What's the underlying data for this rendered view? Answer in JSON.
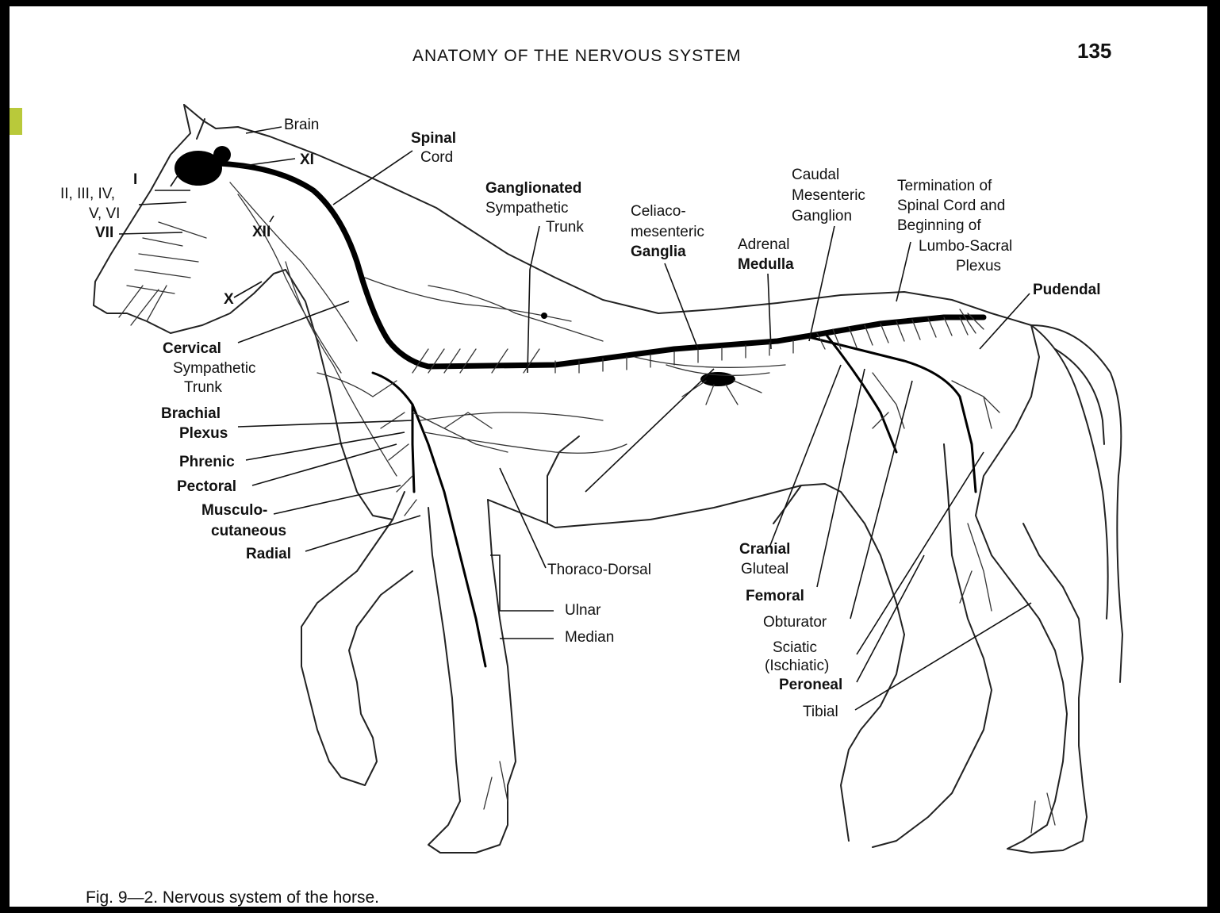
{
  "page": {
    "header": "ANATOMY OF THE NERVOUS SYSTEM",
    "page_number": "135",
    "caption": "Fig. 9—2.   Nervous system of the horse."
  },
  "labels": {
    "brain": "Brain",
    "spinal_cord_1": "Spinal",
    "spinal_cord_2": "Cord",
    "nerve_xi": "XI",
    "nerve_i": "I",
    "nerve_ii_iv": "II, III, IV,",
    "nerve_v_vi": "V, VI",
    "nerve_vii": "VII",
    "nerve_xii": "XII",
    "nerve_x": "X",
    "ganglionated_1": "Ganglionated",
    "ganglionated_2": "Sympathetic",
    "ganglionated_3": "Trunk",
    "celiaco_1": "Celiaco-",
    "celiaco_2": "mesenteric",
    "celiaco_3": "Ganglia",
    "adrenal_1": "Adrenal",
    "adrenal_2": "Medulla",
    "caudal_1": "Caudal",
    "caudal_2": "Mesenteric",
    "caudal_3": "Ganglion",
    "termination_1": "Termination of",
    "termination_2": "Spinal Cord and",
    "termination_3": "Beginning of",
    "termination_4": "Lumbo-Sacral",
    "termination_5": "Plexus",
    "pudendal": "Pudendal",
    "cervical_1": "Cervical",
    "cervical_2": "Sympathetic",
    "cervical_3": "Trunk",
    "brachial_1": "Brachial",
    "brachial_2": "Plexus",
    "phrenic": "Phrenic",
    "pectoral": "Pectoral",
    "musculo_1": "Musculo-",
    "musculo_2": "cutaneous",
    "radial": "Radial",
    "thoraco_dorsal": "Thoraco-Dorsal",
    "ulnar": "Ulnar",
    "median": "Median",
    "cranial_1": "Cranial",
    "cranial_2": "Gluteal",
    "femoral": "Femoral",
    "obturator": "Obturator",
    "sciatic_1": "Sciatic",
    "sciatic_2": "(Ischiatic)",
    "peroneal": "Peroneal",
    "tibial": "Tibial"
  },
  "colors": {
    "frame": "#000000",
    "paper": "#ffffff",
    "accent": "#b9c93a",
    "ink": "#111111"
  }
}
